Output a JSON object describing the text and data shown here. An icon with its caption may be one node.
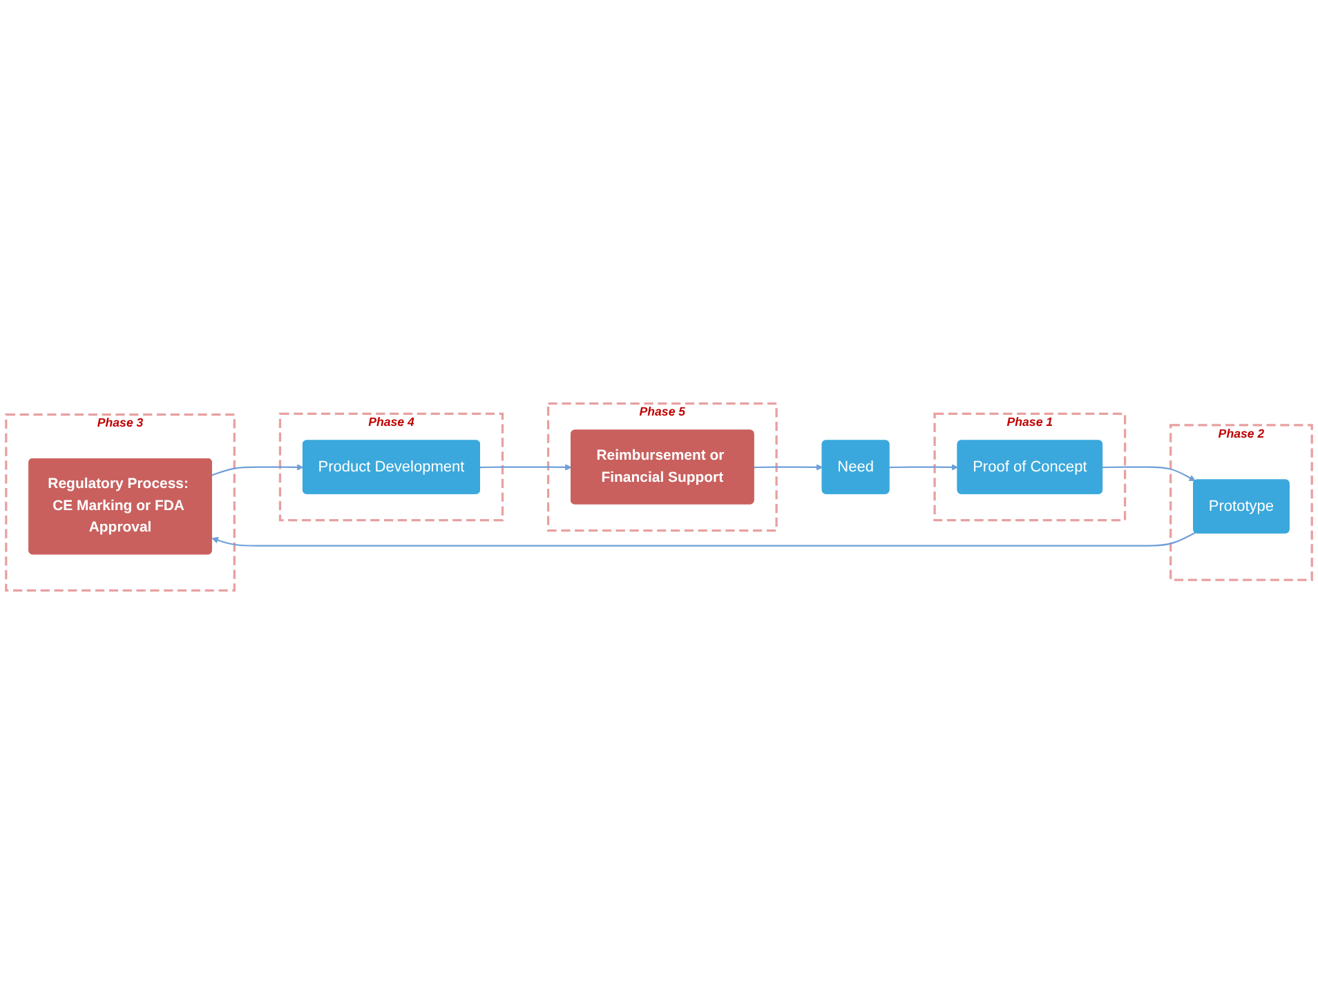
{
  "diagram": {
    "nodes": [
      {
        "text": [
          "Phase 3"
        ]
      },
      {
        "text": [
          "Regulatory Process: CE Marking or FDA Approval"
        ],
        "in": 0
      },
      {
        "text": [
          "Phase 4"
        ]
      },
      {
        "text": [
          "Product Development"
        ],
        "in": 2
      },
      {
        "text": [
          "Phase 2"
        ]
      },
      {
        "text": [
          "Prototype"
        ],
        "in": 4
      },
      {
        "text": [
          "Phase 5"
        ]
      },
      {
        "text": [
          "Reimbursement or Financial Support"
        ],
        "in": 6
      },
      {
        "text": [
          "Phase 1"
        ]
      },
      {
        "text": [
          "Proof of Concept"
        ],
        "in": 8
      },
      {
        "text": [
          "Need"
        ]
      }
    ],
    "edges": [
      {
        "from": 10,
        "to": 9,
        "arrow": "to"
      },
      {
        "from": 9,
        "to": 5,
        "arrow": "to"
      },
      {
        "from": 5,
        "to": 1,
        "arrow": "to"
      },
      {
        "from": 1,
        "to": 3,
        "arrow": "to"
      },
      {
        "from": 3,
        "to": 7,
        "arrow": "to"
      },
      {
        "from": 7,
        "to": 10,
        "arrow": "to"
      }
    ]
  }
}
